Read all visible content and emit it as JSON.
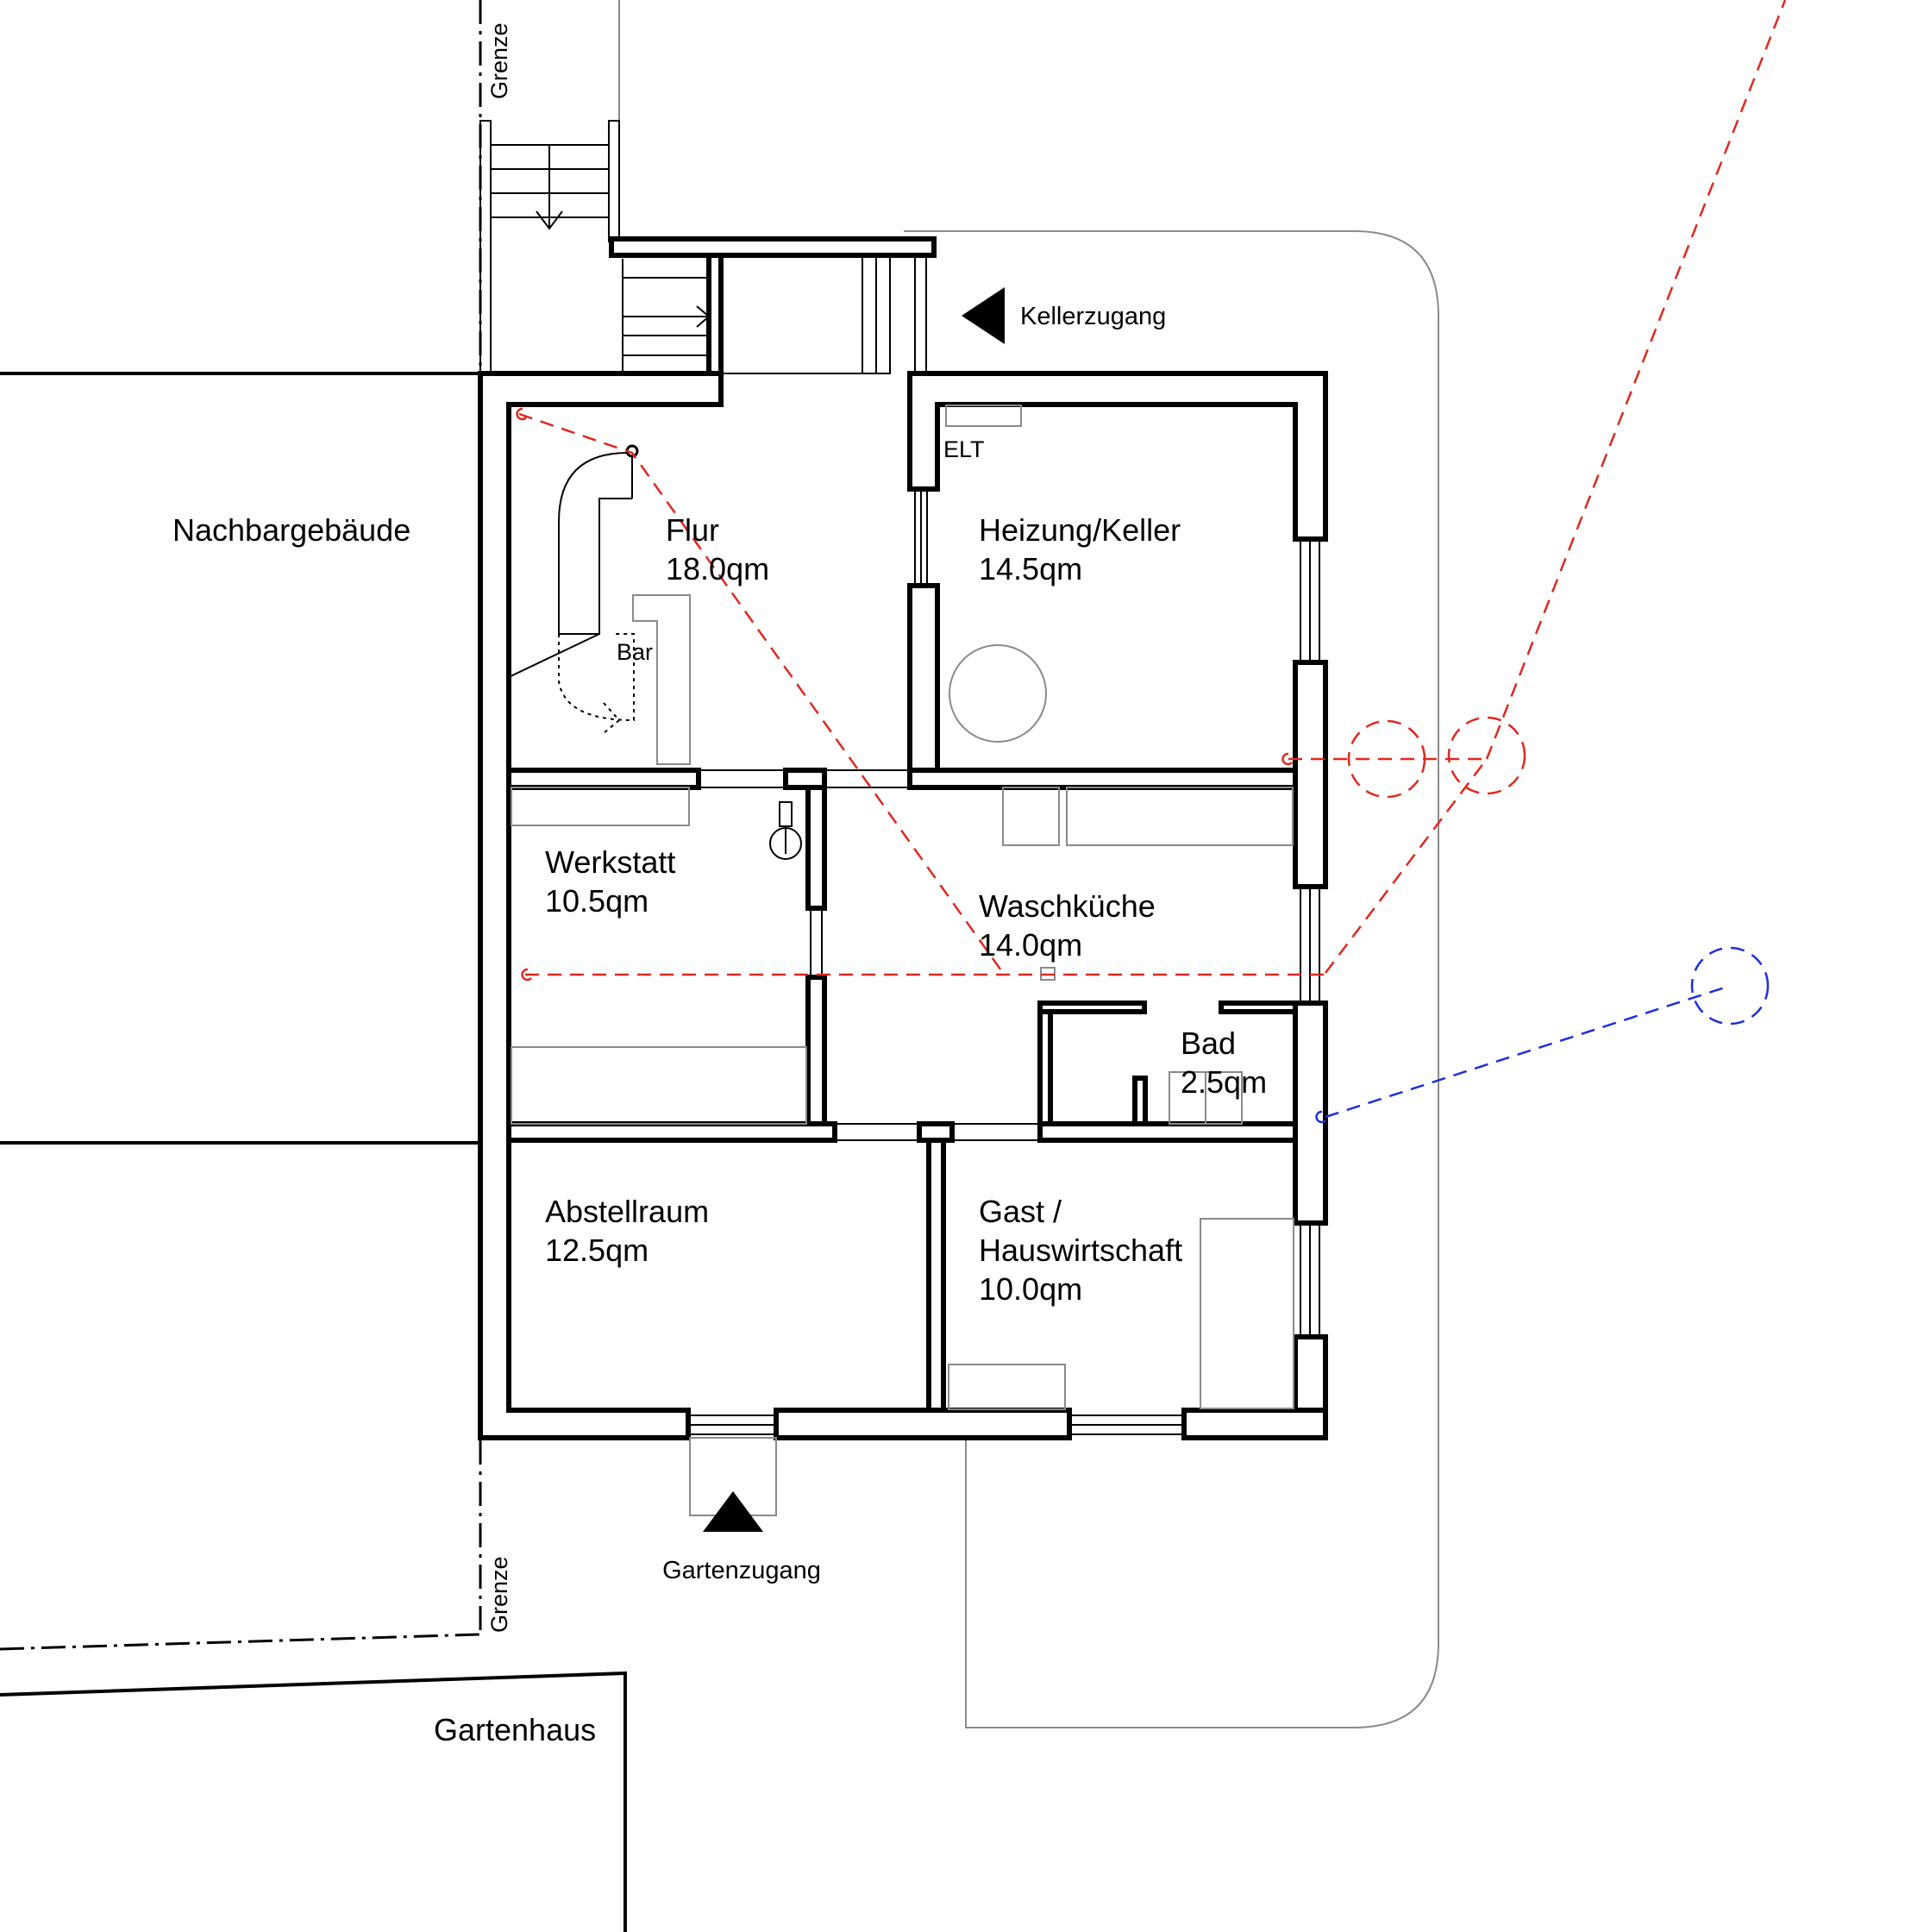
{
  "rooms": {
    "flur": {
      "name": "Flur",
      "area": "18.0qm"
    },
    "heizung": {
      "name": "Heizung/Keller",
      "area": "14.5qm"
    },
    "werkstatt": {
      "name": "Werkstatt",
      "area": "10.5qm"
    },
    "waschkueche": {
      "name": "Waschküche",
      "area": "14.0qm"
    },
    "bad": {
      "name": "Bad",
      "area": "2.5qm"
    },
    "abstellraum": {
      "name": "Abstellraum",
      "area": "12.5qm"
    },
    "gast": {
      "name_line1": "Gast /",
      "name_line2": "Hauswirtschaft",
      "area": "10.0qm"
    }
  },
  "labels": {
    "elt": "ELT",
    "bar": "Bar",
    "kellerzugang": "Kellerzugang",
    "gartenzugang": "Gartenzugang",
    "nachbargebaeude": "Nachbargebäude",
    "gartenhaus": "Gartenhaus",
    "grenze_top": "Grenze",
    "grenze_bottom": "Grenze"
  },
  "colors": {
    "walls": "#000000",
    "furniture": "#8a8a8a",
    "drainage_red": "#e0281e",
    "drainage_blue": "#1c2fe0"
  }
}
